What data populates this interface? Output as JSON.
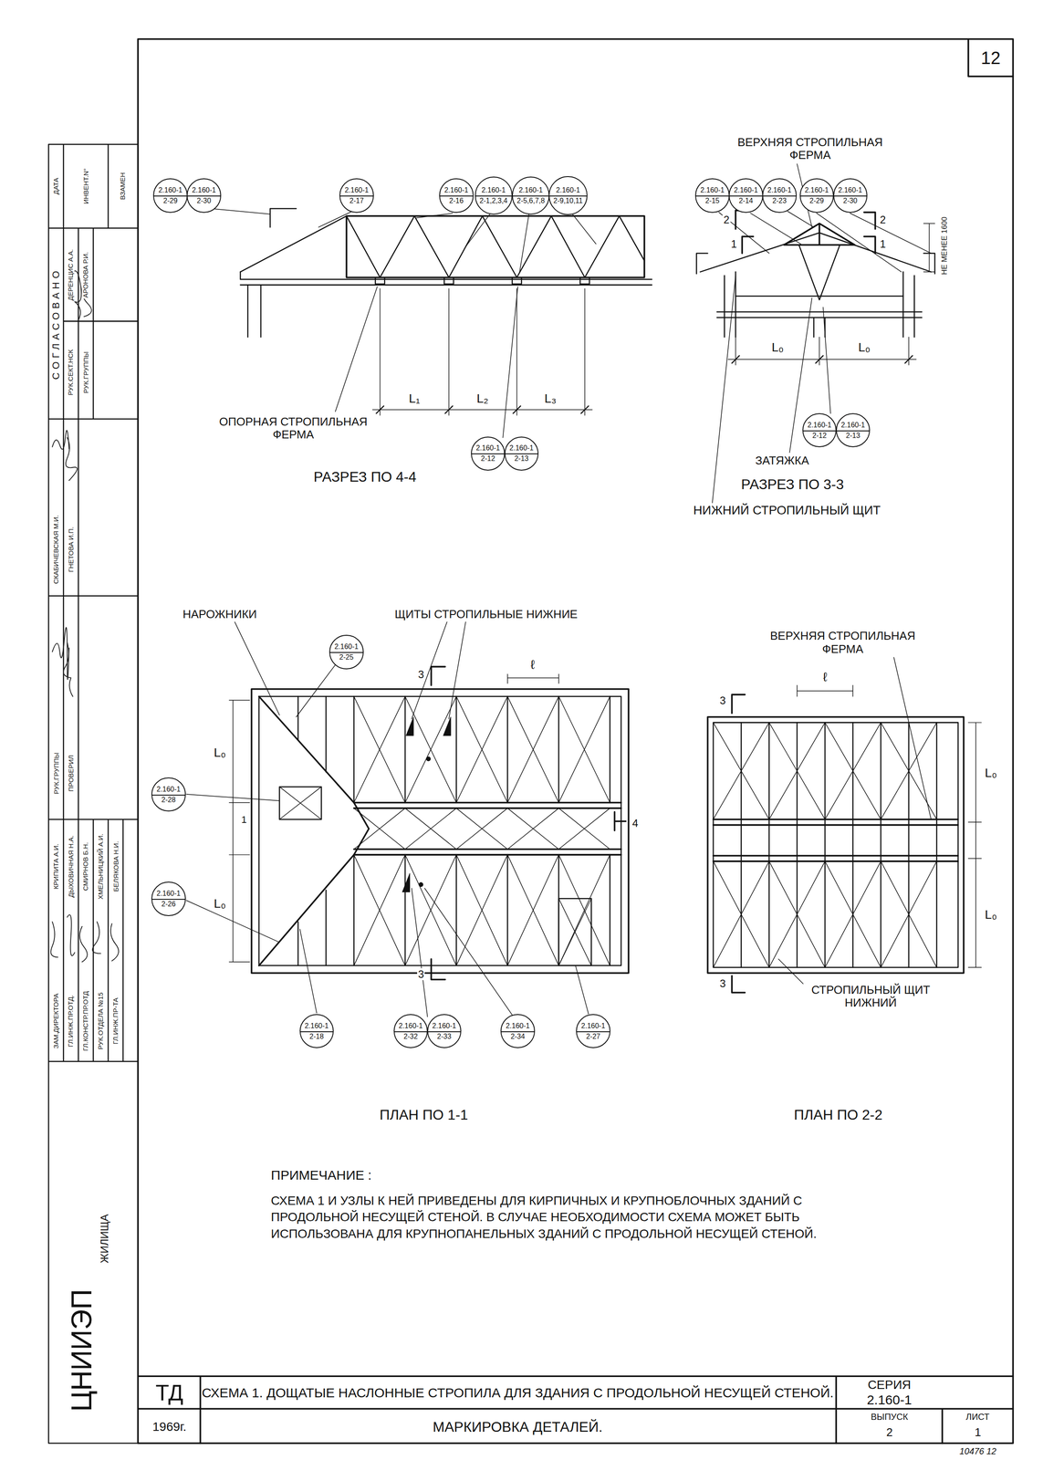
{
  "diagram": {
    "title": "СХЕМА 1. ДОЩАТЫЕ НАСЛОННЫЕ СТРОПИЛА ДЛЯ ЗДАНИЯ С ПРОДОЛЬНОЙ НЕСУЩЕЙ СТЕНОЙ.",
    "nodes": [
      {
        "text": [
          "2.160-1",
          "2-29"
        ]
      },
      {
        "text": [
          "2.160-1",
          "2-30"
        ]
      },
      {
        "text": [
          "2.160-1",
          "2-17"
        ]
      },
      {
        "text": [
          "2.160-1",
          "2-16"
        ]
      },
      {
        "text": [
          "2.160-1",
          "2-1,2,3,4"
        ]
      },
      {
        "text": [
          "2.160-1",
          "2-5,6,7,8"
        ]
      },
      {
        "text": [
          "2.160-1",
          "2-9,10,11"
        ]
      },
      {
        "text": [
          "2.160-1",
          "2-15"
        ]
      },
      {
        "text": [
          "2.160-1",
          "2-14"
        ]
      },
      {
        "text": [
          "2.160-1",
          "2-23"
        ]
      },
      {
        "text": [
          "2.160-1",
          "2-29"
        ]
      },
      {
        "text": [
          "2.160-1",
          "2-30"
        ]
      },
      {
        "text": [
          "2.160-1",
          "2-12"
        ]
      },
      {
        "text": [
          "2.160-1",
          "2-13"
        ]
      },
      {
        "text": [
          "2.160-1",
          "2-12"
        ]
      },
      {
        "text": [
          "2.160-1",
          "2-13"
        ]
      },
      {
        "text": [
          "2.160-1",
          "2-25"
        ]
      },
      {
        "text": [
          "2.160-1",
          "2-28"
        ]
      },
      {
        "text": [
          "2.160-1",
          "2-26"
        ]
      },
      {
        "text": [
          "2.160-1",
          "2-18"
        ]
      },
      {
        "text": [
          "2.160-1",
          "2-32"
        ]
      },
      {
        "text": [
          "2.160-1",
          "2-33"
        ]
      },
      {
        "text": [
          "2.160-1",
          "2-34"
        ]
      },
      {
        "text": [
          "2.160-1",
          "2-27"
        ]
      }
    ],
    "labels": [
      "12",
      "ВЕРХНЯЯ СТРОПИЛЬНАЯ ФЕРМА",
      "ОПОРНАЯ СТРОПИЛЬНАЯ ФЕРМА",
      "РАЗРЕЗ ПО 4-4",
      "ЗАТЯЖКА",
      "РАЗРЕЗ ПО 3-3",
      "НИЖНИЙ СТРОПИЛЬНЫЙ ЩИТ",
      "НЕ МЕНЕЕ 1600",
      "L₁",
      "L₂",
      "L₃",
      "L₀",
      "L₀",
      "2",
      "1",
      "2",
      "1",
      "НАРОЖНИКИ",
      "ЩИТЫ СТРОПИЛЬНЫЕ НИЖНИЕ",
      "3",
      "ℓ",
      "L₀",
      "1",
      "L₀",
      "4",
      "3",
      "ПЛАН ПО 1-1",
      "ВЕРХНЯЯ СТРОПИЛЬНАЯ ФЕРМА",
      "3",
      "ℓ",
      "L₀",
      "L₀",
      "3",
      "СТРОПИЛЬНЫЙ ЩИТ НИЖНИЙ",
      "ПЛАН ПО 2-2",
      "ПРИМЕЧАНИЕ :",
      "СХЕМА 1 И УЗЛЫ К НЕЙ ПРИВЕДЕНЫ ДЛЯ КИРПИЧНЫХ И КРУПНОБЛОЧНЫХ ЗДАНИЙ С ПРОДОЛЬНОЙ НЕСУЩЕЙ СТЕНОЙ. В СЛУЧАЕ НЕОБХОДИМОСТИ СХЕМА МОЖЕТ БЫТЬ ИСПОЛЬЗОВАНА ДЛЯ КРУПНОПАНЕЛЬНЫХ ЗДАНИЙ С ПРОДОЛЬНОЙ НЕСУЩЕЙ СТЕНОЙ.",
      "ТД",
      "1969г.",
      "МАРКИРОВКА ДЕТАЛЕЙ.",
      "СЕРИЯ",
      "2.160-1",
      "ВЫПУСК",
      "ЛИСТ",
      "2",
      "1",
      "10476 12",
      "ДАТА",
      "ИНВЕНТ.N°",
      "ВЗАМЕН",
      "СОГЛАСОВАНО",
      "ДЕРЕНЦИС А.А.",
      "АРОНОВА Р.И.",
      "РУК.СЕКТ.НСК",
      "РУК.ГРУППЫ",
      "СКАБИЧЕВСКАЯ М.И.",
      "ГНЕТОВА И.П.",
      "РУК.ГРУППЫ",
      "ПРОВЕРИЛ",
      "КРИПИТА А.И.",
      "ДЫХОВИЧНАЯ Н.А.",
      "СМИРНОВ Б.Н.",
      "ХМЕЛЬНИЦКИЙ А.И.",
      "БЕЛЯКОВА Н.И.",
      "ЗАМ.ДИРЕКТОРА",
      "ГЛ.ИНЖ.ПР.ОТД.",
      "ГЛ.КОНСТР.ПР.ОТД",
      "РУК.ОТДЕЛА №15",
      "ГЛ.ИНЖ.ПР-ТА",
      "ЦНИИЭП",
      "ЖИЛИЩА"
    ]
  }
}
